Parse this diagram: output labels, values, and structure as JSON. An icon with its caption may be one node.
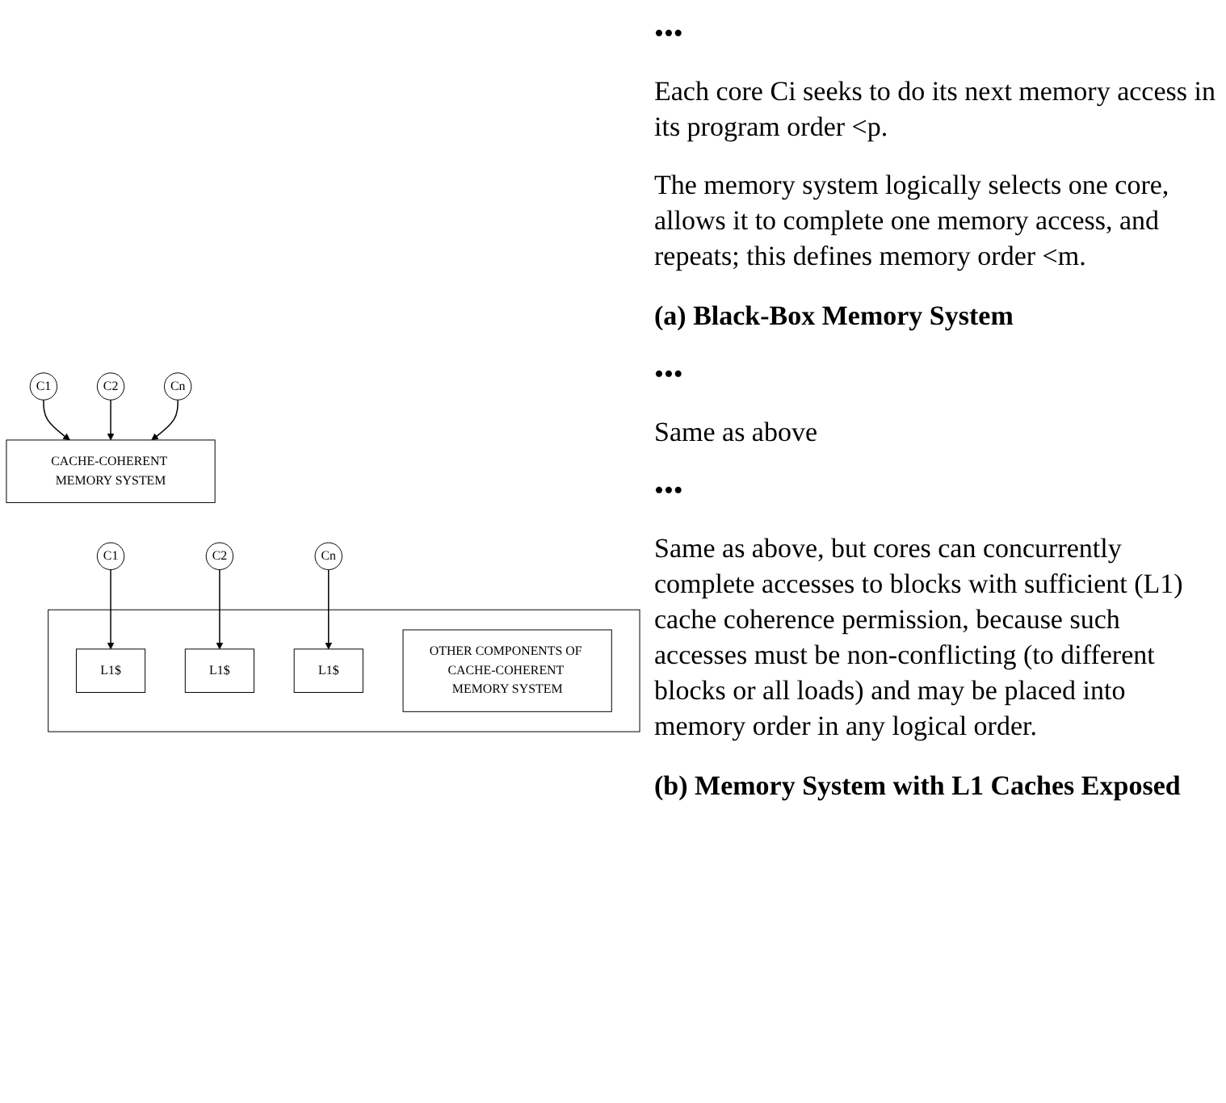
{
  "diagram": {
    "nodes": [
      {
        "text": [
          "C1"
        ]
      },
      {
        "text": [
          "C2"
        ]
      },
      {
        "text": [
          "Cn"
        ]
      },
      {
        "text": [
          "CACHE-COHERENT MEMORY SYSTEM"
        ]
      },
      {
        "text": [
          "C1"
        ]
      },
      {
        "text": [
          "C2"
        ]
      },
      {
        "text": [
          "Cn"
        ]
      },
      {
        "text": [],
        "shape": "box"
      },
      {
        "text": [
          "L1$"
        ],
        "in": 7
      },
      {
        "text": [
          "L1$"
        ],
        "in": 7
      },
      {
        "text": [
          "L1$"
        ],
        "in": 7
      },
      {
        "text": [
          "OTHER COMPONENTS OF CACHE-COHERENT MEMORY SYSTEM"
        ],
        "in": 7
      }
    ],
    "edges": [
      {
        "from": 0,
        "to": 3,
        "arrow": "to"
      },
      {
        "from": 1,
        "to": 3,
        "arrow": "to"
      },
      {
        "from": 2,
        "to": 3,
        "arrow": "to"
      },
      {
        "from": 4,
        "to": 8,
        "arrow": "to"
      },
      {
        "from": 5,
        "to": 9,
        "arrow": "to"
      },
      {
        "from": 6,
        "to": 10,
        "arrow": "to"
      }
    ],
    "labels": [
      "•••",
      "Each core Ci seeks to do its next memory access in its program order <p.",
      "The memory system logically selects one core, allows it to complete one memory access, and repeats; this defines memory order <m.",
      "(a) Black-Box Memory System",
      "•••",
      "Same as above",
      "•••",
      "Same as above, but cores can concurrently complete accesses to blocks with sufficient (L1) cache coherence permission, because such accesses must be non-conflicting (to different blocks or all loads) and may be placed into memory order in any logical order.",
      "(b) Memory System with L1 Caches Exposed"
    ]
  }
}
